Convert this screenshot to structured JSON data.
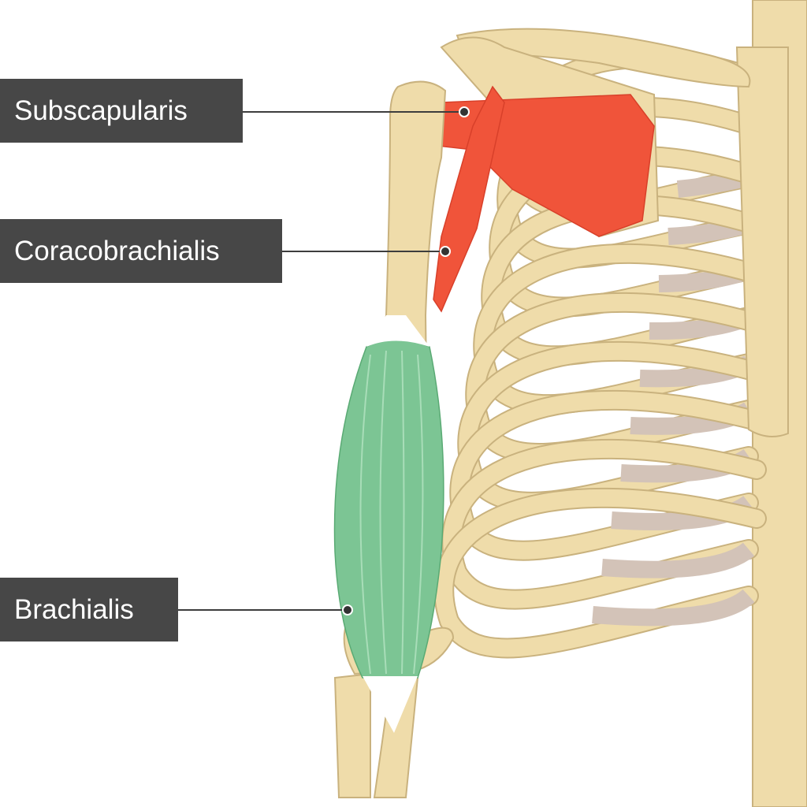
{
  "labels": [
    {
      "id": "subscapularis",
      "text": "Subscapularis"
    },
    {
      "id": "coracobrachialis",
      "text": "Coracobrachialis"
    },
    {
      "id": "brachialis",
      "text": "Brachialis"
    }
  ],
  "colors": {
    "label_bg": "#474747",
    "bone": "#EFDCAA",
    "bone_outline": "#C9B27E",
    "cartilage": "#D3C3B8",
    "muscle_red": "#F0543A",
    "muscle_green": "#7CC594",
    "tendon": "#FFFFFF"
  }
}
